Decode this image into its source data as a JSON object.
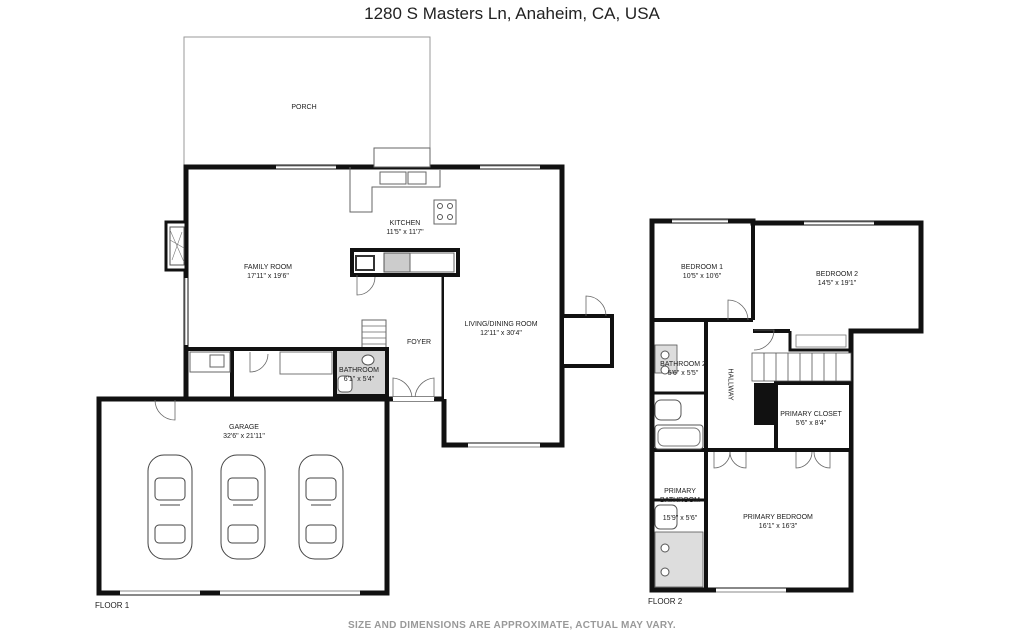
{
  "title": "1280 S Masters Ln, Anaheim, CA, USA",
  "disclaimer": "SIZE AND DIMENSIONS ARE APPROXIMATE, ACTUAL MAY VARY.",
  "floors": [
    {
      "label": "FLOOR 1"
    },
    {
      "label": "FLOOR 2"
    }
  ],
  "rooms": {
    "porch": {
      "name": "PORCH",
      "dim": ""
    },
    "kitchen": {
      "name": "KITCHEN",
      "dim": "11'5\" x 11'7\""
    },
    "family_room": {
      "name": "FAMILY ROOM",
      "dim": "17'11\" x 19'6\""
    },
    "living_dining": {
      "name": "LIVING/DINING ROOM",
      "dim": "12'11\" x 30'4\""
    },
    "foyer": {
      "name": "FOYER",
      "dim": ""
    },
    "bathroom1": {
      "name": "BATHROOM",
      "dim": "6'1\" x 5'4\""
    },
    "garage": {
      "name": "GARAGE",
      "dim": "32'6\" x 21'11\""
    },
    "bedroom1": {
      "name": "BEDROOM 1",
      "dim": "10'5\" x 10'6\""
    },
    "bedroom2": {
      "name": "BEDROOM 2",
      "dim": "14'5\" x 19'1\""
    },
    "bathroom2": {
      "name": "BATHROOM 2",
      "dim": "5'6\" x 5'5\""
    },
    "hallway": {
      "name": "HALLWAY",
      "dim": ""
    },
    "primary_closet": {
      "name": "PRIMARY CLOSET",
      "dim": "5'6\" x 8'4\""
    },
    "primary_bathroom": {
      "name": "PRIMARY\nBATHROOM",
      "dim": "15'9\" x 5'6\""
    },
    "primary_bedroom": {
      "name": "PRIMARY BEDROOM",
      "dim": "16'1\" x 16'3\""
    }
  },
  "colors": {
    "wall": "#111111",
    "fixture": "#777777",
    "floor_fill": "#ffffff"
  }
}
